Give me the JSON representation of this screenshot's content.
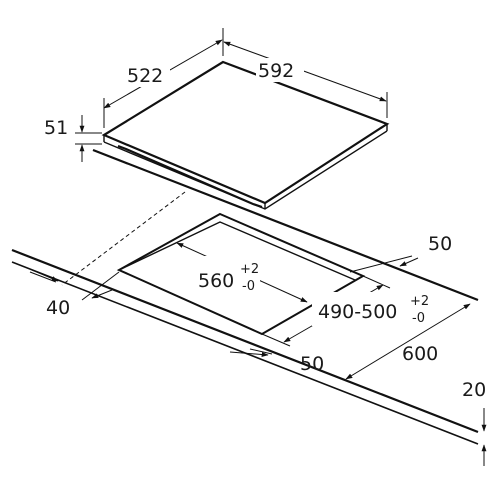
{
  "diagram": {
    "dimensions": {
      "hob_depth": "522",
      "hob_width": "592",
      "hob_height": "51",
      "cutout_width": "560",
      "cutout_width_tol_plus": "+2",
      "cutout_width_tol_minus": "-0",
      "cutout_depth": "490-500",
      "cutout_depth_tol_plus": "+2",
      "cutout_depth_tol_minus": "-0",
      "rear_clearance": "50",
      "front_clearance": "40",
      "side_clearance": "50",
      "worktop_depth": "600",
      "worktop_thickness": "20"
    }
  }
}
